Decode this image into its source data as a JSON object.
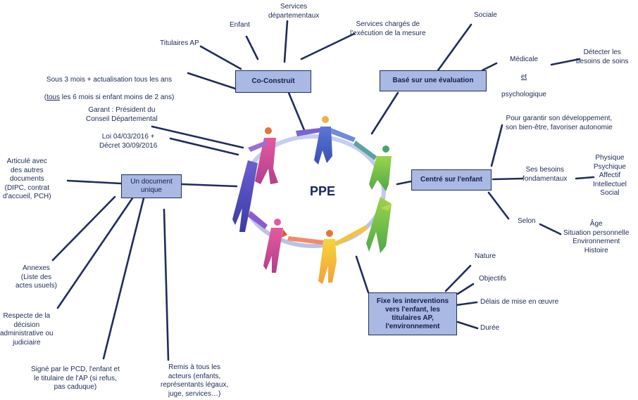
{
  "center": {
    "title": "PPE"
  },
  "boxes": {
    "co_construit": "Co-Construit",
    "evaluation": "Basé sur une évaluation",
    "centre_enfant": "Centré sur l'enfant",
    "document_unique": "Un document\nunique",
    "fixe_interventions": "Fixe les interventions\nvers l'enfant, les\ntitulaires AP,\nl'environnement"
  },
  "labels": {
    "titulaires_ap": "Titulaires AP",
    "enfant": "Enfant",
    "services_dep": "Services\ndépartementaux",
    "services_exec": "Services chargés de\nl'exécution de la mesure",
    "sous3mois_line1": "Sous 3 mois + actualisation tous les ans",
    "sous3mois_open": "(",
    "sous3mois_tous": "tous",
    "sous3mois_rest": " les 6 mois si enfant moins de 2 ans)",
    "garant": "Garant : Président du\nConseil Départemental",
    "loi": "Loi 04/03/2016 +\nDécret 30/09/2016",
    "sociale": "Sociale",
    "medicale": "Médicale",
    "et": "et",
    "psychologique": "psychologique",
    "detecter": "Détecter les\nbesoins de soins",
    "pour_garantir": "Pour garantir son développement,\nson bien-être, favoriser autonomie",
    "ses_besoins": "Ses besoins\nfondamentaux",
    "besoins_list": "Physique\nPsychique\nAffectif\nIntellectuel\nSocial",
    "selon": "Selon",
    "selon_list": "Âge\nSituation personnelle\nEnvironnement\nHistoire",
    "articule": "Articulé avec\ndes autres\ndocuments\n(DIPC, contrat\nd'accueil, PCH)",
    "annexes": "Annexes\n(Liste des\nactes usuels)",
    "respecte": "Respecte de la\ndécision\nadministrative ou\njudiciaire",
    "signe": "Signé par le PCD, l'enfant et\nle titulaire de l'AP (si refus,\npas caduque)",
    "remis": "Remis à tous les\nacteurs (enfants,\nreprésentants légaux,\njuge, services…)",
    "nature": "Nature",
    "objectifs": "Objectifs",
    "delais": "Délais de mise en œuvre",
    "duree": "Durée"
  },
  "colors": {
    "box_fill": "#a9b9e3",
    "line": "#1f2d5a",
    "text": "#1c2a55"
  }
}
